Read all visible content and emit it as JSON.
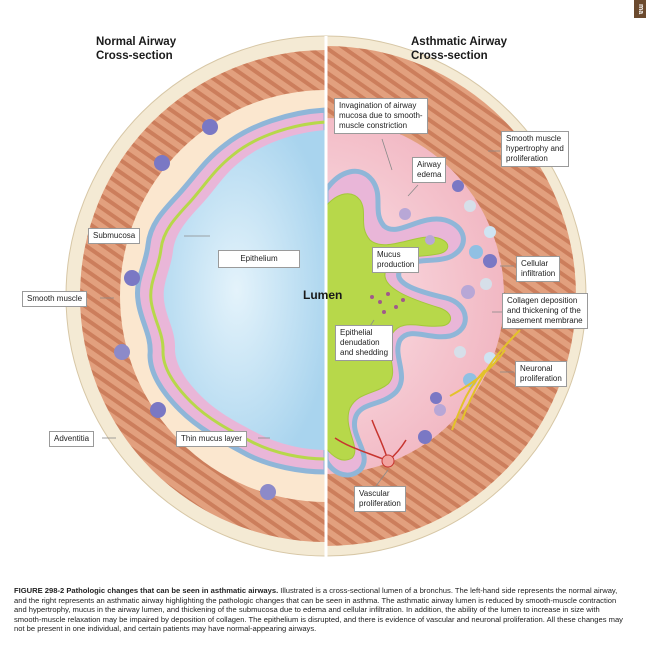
{
  "titles": {
    "normal": "Normal Airway\nCross-section",
    "asthmatic": "Asthmatic Airway\nCross-section"
  },
  "center_label": "Lumen",
  "side_tab": "ma",
  "labels": {
    "submucosa": "Submucosa",
    "epithelium": "Epithelium",
    "smooth_muscle": "Smooth muscle",
    "adventitia": "Adventitia",
    "thin_mucus_layer": "Thin mucus layer",
    "invagination": "Invagination of airway\nmucosa due to smooth-\nmuscle constriction",
    "airway_edema": "Airway\nedema",
    "smooth_muscle_hypertrophy": "Smooth muscle\nhypertrophy and\nproliferation",
    "mucus_production": "Mucus\nproduction",
    "cellular_infiltration": "Cellular\ninfiltration",
    "collagen_deposition": "Collagen deposition\nand thickening of the\nbasement membrane",
    "epithelial_denudation": "Epithelial\ndenudation\nand shedding",
    "neuronal_proliferation": "Neuronal\nproliferation",
    "vascular_proliferation": "Vascular\nproliferation"
  },
  "caption": {
    "lead": "FIGURE 298-2  Pathologic changes that can be seen in asthmatic airways.",
    "body": " Illustrated is a cross-sectional lumen of a bronchus. The left-hand side represents the normal airway, and the right represents an asthmatic airway highlighting the pathologic changes that can be seen in asthma. The asthmatic airway lumen is reduced by smooth-muscle contraction and hypertrophy, mucus in the airway lumen, and thickening of the submucosa due to edema and cellular infiltration. In addition, the ability of the lumen to increase in size with smooth-muscle relaxation may be impaired by deposition of collagen. The epithelium is disrupted, and there is evidence of vascular and neuronal proliferation. All these changes may not be present in one individual, and certain patients may have normal-appearing airways."
  },
  "colors": {
    "adventitia": "#f4ead4",
    "muscle": "#d9906b",
    "submucosa": "#fbe7cf",
    "epithelium": "#e9b6d8",
    "basement": "#8fb6d8",
    "mucus": "#b7d84a",
    "lumen": "#cfe8f6",
    "edema": "#f7c9cf",
    "cell": "#7a78c4"
  }
}
